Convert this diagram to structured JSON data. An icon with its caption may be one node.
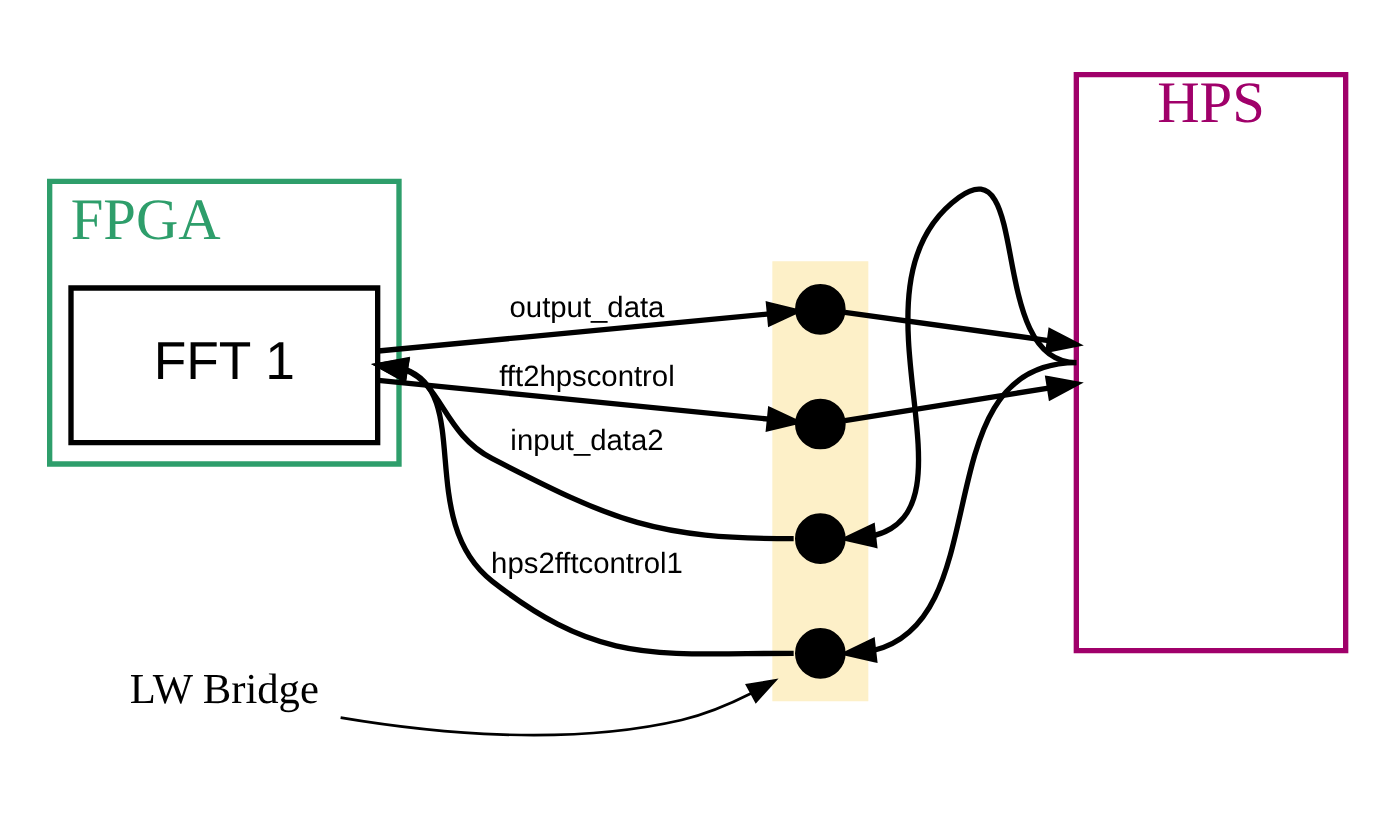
{
  "diagram": {
    "nodes": [
      {
        "text": [
          "FPGA"
        ]
      },
      {
        "text": [
          "FFT 1"
        ],
        "in": 0
      },
      {
        "text": [
          "HPS"
        ]
      },
      {
        "text": [],
        "shape": "box"
      },
      {
        "text": [],
        "shape": "circle",
        "in": 3
      },
      {
        "text": [],
        "shape": "circle",
        "in": 3
      },
      {
        "text": [],
        "shape": "circle",
        "in": 3
      },
      {
        "text": [],
        "shape": "circle",
        "in": 3
      },
      {
        "text": [
          "LW Bridge"
        ]
      }
    ],
    "edges": [
      {
        "from": 1,
        "to": 4,
        "arrow": "to",
        "label": "output_data"
      },
      {
        "from": 1,
        "to": 5,
        "arrow": "to",
        "label": "fft2hpscontrol"
      },
      {
        "from": 6,
        "to": 1,
        "arrow": "to",
        "label": "input_data2"
      },
      {
        "from": 7,
        "to": 1,
        "arrow": "to",
        "label": "hps2fftcontrol1"
      },
      {
        "from": 4,
        "to": 2,
        "arrow": "to"
      },
      {
        "from": 5,
        "to": 2,
        "arrow": "to"
      },
      {
        "from": 2,
        "to": 6,
        "arrow": "to"
      },
      {
        "from": 2,
        "to": 7,
        "arrow": "to"
      },
      {
        "from": 8,
        "to": 3,
        "arrow": "to"
      }
    ]
  }
}
